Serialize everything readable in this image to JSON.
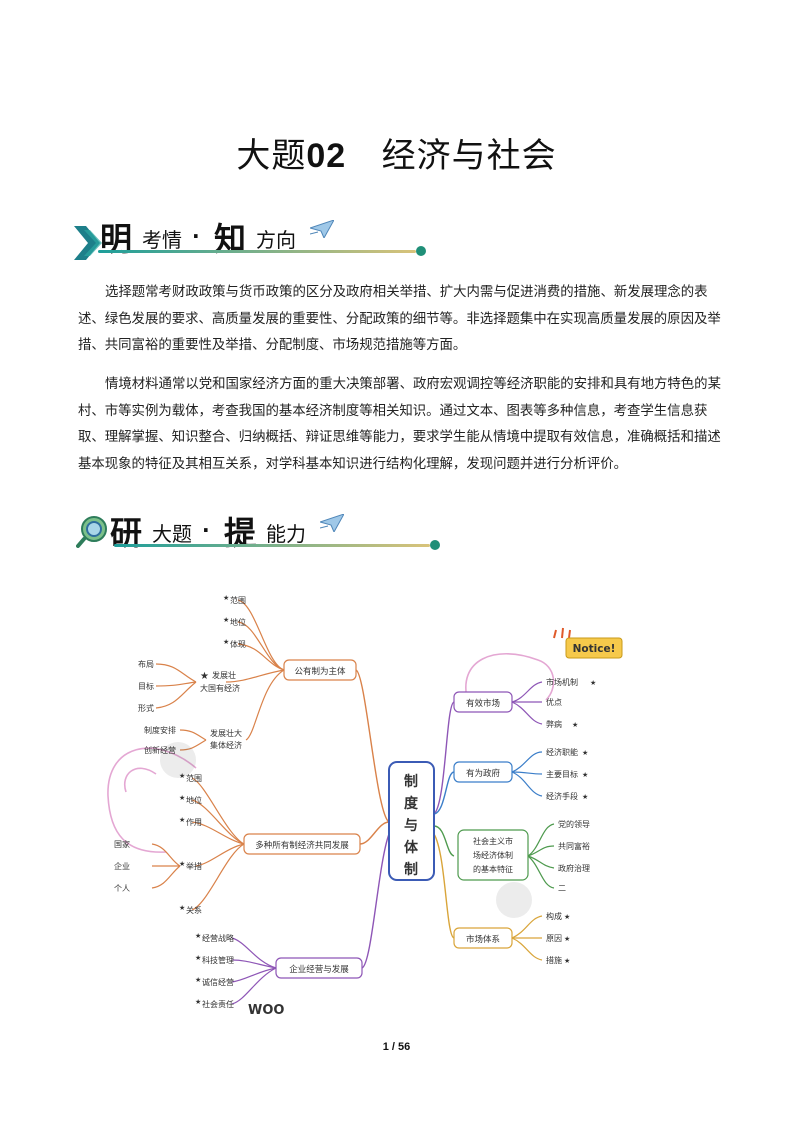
{
  "doc": {
    "title_prefix": "大题",
    "title_num": "02",
    "title_rest": "经济与社会",
    "footer": "1 / 56"
  },
  "banner1": {
    "big1": "明",
    "small1": "考情",
    "dot": "·",
    "big2": "知",
    "small2": "方向"
  },
  "banner2": {
    "big1": "研",
    "small1": "大题",
    "dot": "·",
    "big2": "提",
    "small2": "能力"
  },
  "paragraphs": [
    "选择题常考财政政策与货币政策的区分及政府相关举措、扩大内需与促进消费的措施、新发展理念的表述、绿色发展的要求、高质量发展的重要性、分配政策的细节等。非选择题集中在实现高质量发展的原因及举措、共同富裕的重要性及举措、分配制度、市场规范措施等方面。",
    "情境材料通常以党和国家经济方面的重大决策部署、政府宏观调控等经济职能的安排和具有地方特色的某村、市等实例为载体，考查我国的基本经济制度等相关知识。通过文本、图表等多种信息，考查学生信息获取、理解掌握、知识整合、归纳概括、辩证思维等能力，要求学生能从情境中提取有效信息，准确概括和描述基本现象的特征及其相互关系，对学科基本知识进行结构化理解，发现问题并进行分析评价。"
  ],
  "mindmap": {
    "center": [
      "制",
      "度",
      "与",
      "体",
      "制"
    ],
    "notice": "Notice!",
    "woo": "WOO",
    "left": {
      "public": "公有制为主体",
      "public_items": [
        "范围",
        "地位",
        "体现"
      ],
      "state": [
        "发展壮",
        "大国有经济"
      ],
      "state_items": [
        "布局",
        "目标",
        "形式"
      ],
      "collective": [
        "发展壮大",
        "集体经济"
      ],
      "collective_items": [
        "制度安排",
        "创新经营"
      ],
      "multi": "多种所有制经济共同发展",
      "multi_items": [
        "范围",
        "地位",
        "作用",
        "举措",
        "关系"
      ],
      "measure_items": [
        "国家",
        "企业",
        "个人"
      ],
      "enterprise": "企业经营与发展",
      "enterprise_items": [
        "经营战略",
        "科技管理",
        "诚信经营",
        "社会责任"
      ]
    },
    "right": {
      "market": "有效市场",
      "market_items": [
        "市场机制",
        "优点",
        "弊病"
      ],
      "gov": "有为政府",
      "gov_items": [
        "经济职能",
        "主要目标",
        "经济手段"
      ],
      "socialist": [
        "社会主义市",
        "场经济体制",
        "的基本特征"
      ],
      "socialist_items": [
        "党的领导",
        "共同富裕",
        "政府治理",
        "二"
      ],
      "system": "市场体系",
      "system_items": [
        "构成",
        "原因",
        "措施"
      ]
    },
    "colors": {
      "purple": "#8e56b6",
      "orange": "#d9824a",
      "blue": "#3b7ec9",
      "green": "#4e9a4e",
      "teal": "#2f9b8a",
      "gold": "#d9a53a",
      "pink": "#e4a7d3",
      "star": "#f2b705"
    }
  }
}
